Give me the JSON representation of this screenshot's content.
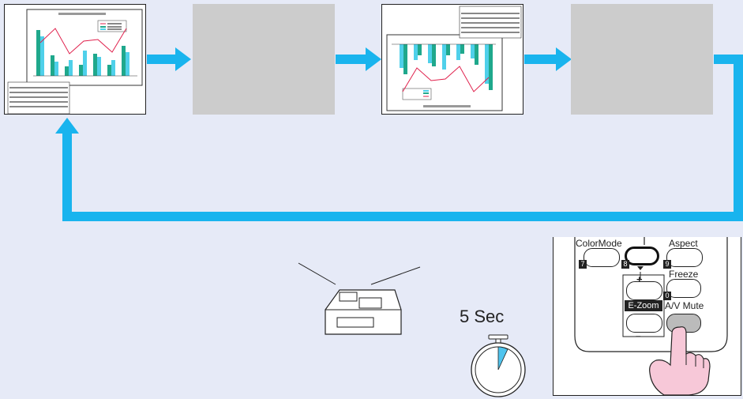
{
  "colors": {
    "background": "#e6eaf7",
    "arrow": "#19b4ee",
    "blank_screen": "#cccccc",
    "bar_green": "#1fa88c",
    "bar_cyan": "#4fd0ea",
    "line_red": "#e0204c",
    "finger": "#f7c8d8",
    "timer_wedge": "#4fc4ee"
  },
  "icons": {
    "projector": "projector-icon",
    "stopwatch": "stopwatch-icon",
    "hand": "hand-pointer-icon",
    "arrow": "arrow-right-icon"
  },
  "timer": {
    "label": "5 Sec"
  },
  "remote": {
    "color_mode": "ColorMode",
    "aspect": "Aspect",
    "freeze": "Freeze",
    "ezoom": "E-Zoom",
    "av_mute": "A/V Mute",
    "num_7": "7",
    "num_8": "8",
    "num_9": "9",
    "num_0": "0",
    "plus": "+",
    "minus": "–"
  }
}
